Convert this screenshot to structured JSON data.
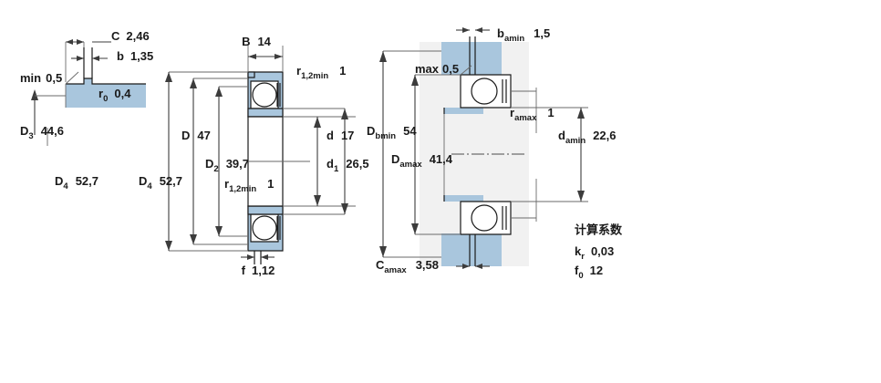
{
  "figure": {
    "title": "SKF deep groove ball bearing dimensional drawing",
    "colors": {
      "steel_fill": "#a9c6dd",
      "ghost_fill": "#f1f1f1",
      "line": "#1a1a1a",
      "dim_line": "#3c3c3c",
      "background": "#ffffff"
    }
  },
  "snap_ring_view": {
    "name": "snap ring groove detail",
    "labels": {
      "c": {
        "symbol": "C",
        "value": "2,46"
      },
      "b": {
        "symbol": "b",
        "value": "1,35"
      },
      "min": {
        "symbol": "min",
        "value": "0,5"
      },
      "r0": {
        "symbol": "r",
        "sub": "0",
        "value": "0,4"
      },
      "d3": {
        "symbol": "D",
        "sub": "3",
        "value": "44,6"
      },
      "d4": {
        "symbol": "D",
        "sub": "4",
        "value": "52,7"
      }
    }
  },
  "bearing_view": {
    "name": "bearing cross section",
    "labels": {
      "b": {
        "symbol": "B",
        "value": "14"
      },
      "r12min_top": {
        "symbol": "r",
        "sub": "1,2min",
        "value": "1"
      },
      "r12min_bottom": {
        "symbol": "r",
        "sub": "1,2min",
        "value": "1"
      },
      "d_outer": {
        "symbol": "D",
        "value": "47"
      },
      "d2": {
        "symbol": "D",
        "sub": "2",
        "value": "39,7"
      },
      "d_bore": {
        "symbol": "d",
        "value": "17"
      },
      "d1": {
        "symbol": "d",
        "sub": "1",
        "value": "26,5"
      },
      "f": {
        "symbol": "f",
        "value": "1,12"
      }
    }
  },
  "abutment_view": {
    "name": "abutment and fillet dimensions",
    "labels": {
      "bamin": {
        "symbol": "b",
        "sub": "amin",
        "value": "1,5"
      },
      "max": {
        "symbol": "max",
        "value": "0,5"
      },
      "ramax": {
        "symbol": "r",
        "sub": "amax",
        "value": "1"
      },
      "dbmin": {
        "symbol": "D",
        "sub": "bmin",
        "value": "54"
      },
      "damax": {
        "symbol": "D",
        "sub": "amax",
        "value": "41,4"
      },
      "damin": {
        "symbol": "d",
        "sub": "amin",
        "value": "22,6"
      },
      "camax": {
        "symbol": "C",
        "sub": "amax",
        "value": "3,58"
      }
    }
  },
  "calculation_factors": {
    "heading": "计算系数",
    "items": [
      {
        "symbol": "k",
        "sub": "r",
        "value": "0,03"
      },
      {
        "symbol": "f",
        "sub": "0",
        "value": "12"
      }
    ]
  }
}
